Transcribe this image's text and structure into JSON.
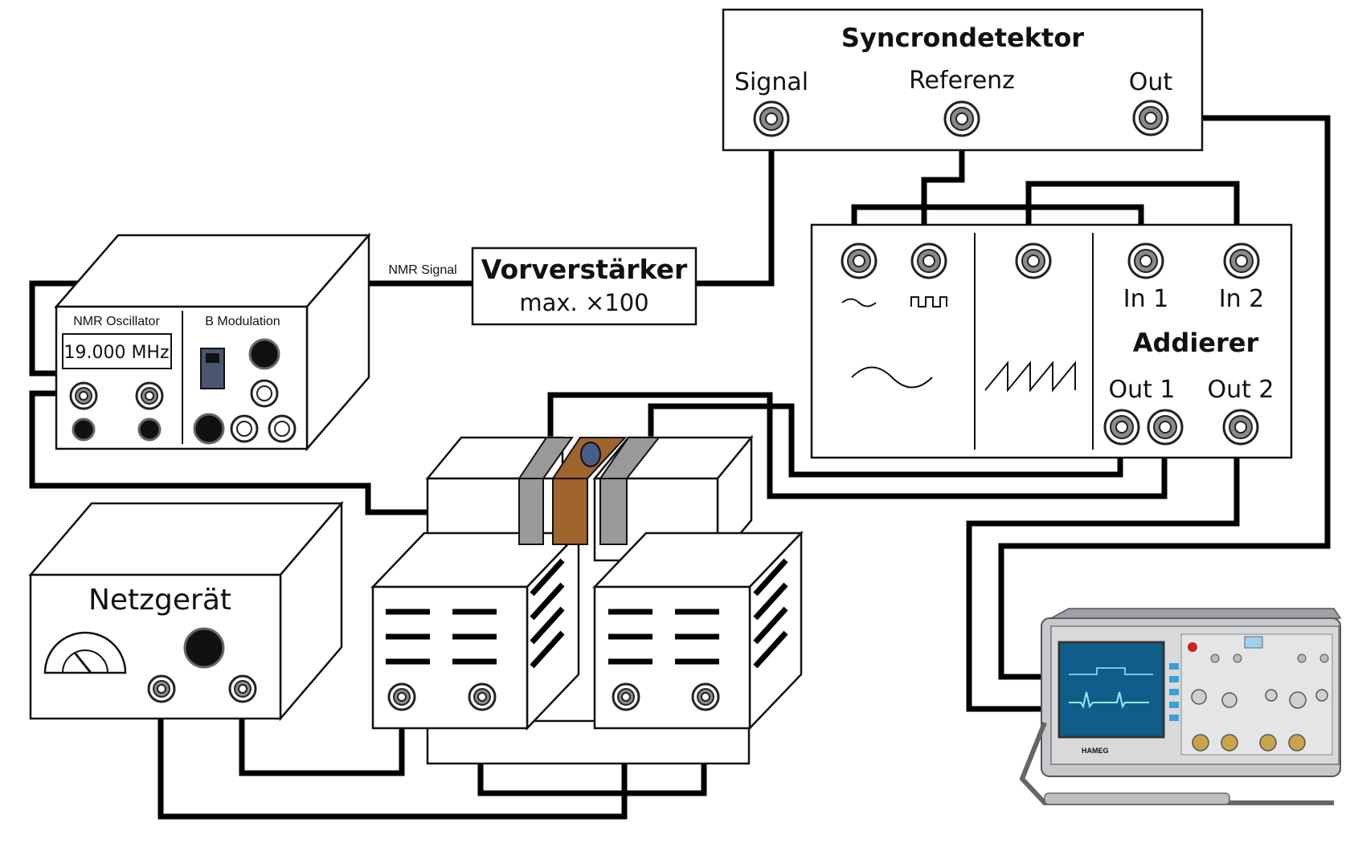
{
  "sync_detector": {
    "title": "Syncrondetektor",
    "signal_label": "Signal",
    "reference_label": "Referenz",
    "out_label": "Out"
  },
  "preamp": {
    "title": "Vorverstärker",
    "gain": "max. ×100"
  },
  "cable_labels": {
    "nmr_signal": "NMR Signal"
  },
  "nmr_oscillator": {
    "section_label": "NMR Oscillator",
    "frequency_display": "19.000 MHz",
    "modulation_label": "B Modulation"
  },
  "adder": {
    "title": "Addierer",
    "in1_label": "In 1",
    "in2_label": "In 2",
    "out1_label": "Out 1",
    "out2_label": "Out 2"
  },
  "power_supply": {
    "title": "Netzgerät"
  },
  "oscilloscope": {
    "brand": "HAMEG"
  },
  "colors": {
    "cable": "#000000",
    "sample_holder": "#a0652c",
    "sample": "#4a5d86",
    "clamp": "#999999",
    "switch": "#4a5570"
  }
}
